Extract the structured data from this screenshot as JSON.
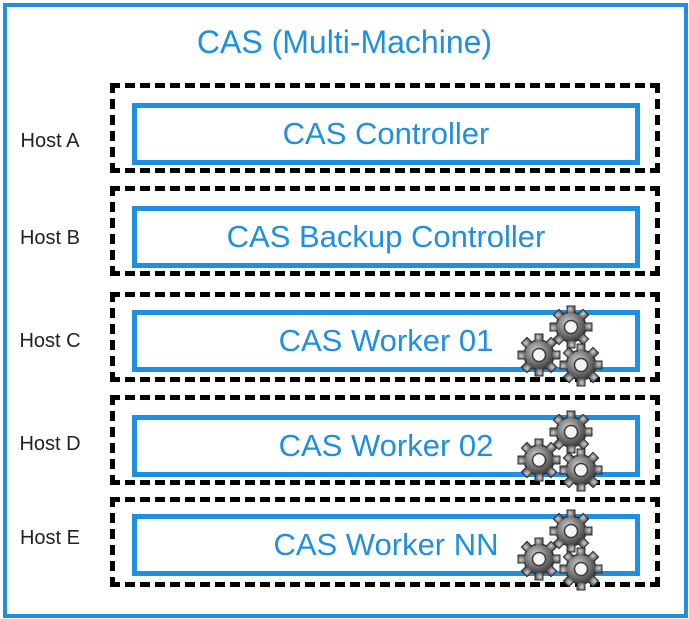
{
  "title": "CAS (Multi-Machine)",
  "colors": {
    "accent": "#1e8fe1",
    "dash": "#000000",
    "gear": "#777777"
  },
  "rows": [
    {
      "host": "Host A",
      "role": "CAS Controller",
      "gears": false
    },
    {
      "host": "Host B",
      "role": "CAS Backup Controller",
      "gears": false
    },
    {
      "host": "Host C",
      "role": "CAS Worker 01",
      "gears": true
    },
    {
      "host": "Host D",
      "role": "CAS Worker 02",
      "gears": true
    },
    {
      "host": "Host E",
      "role": "CAS Worker NN",
      "gears": true
    }
  ]
}
